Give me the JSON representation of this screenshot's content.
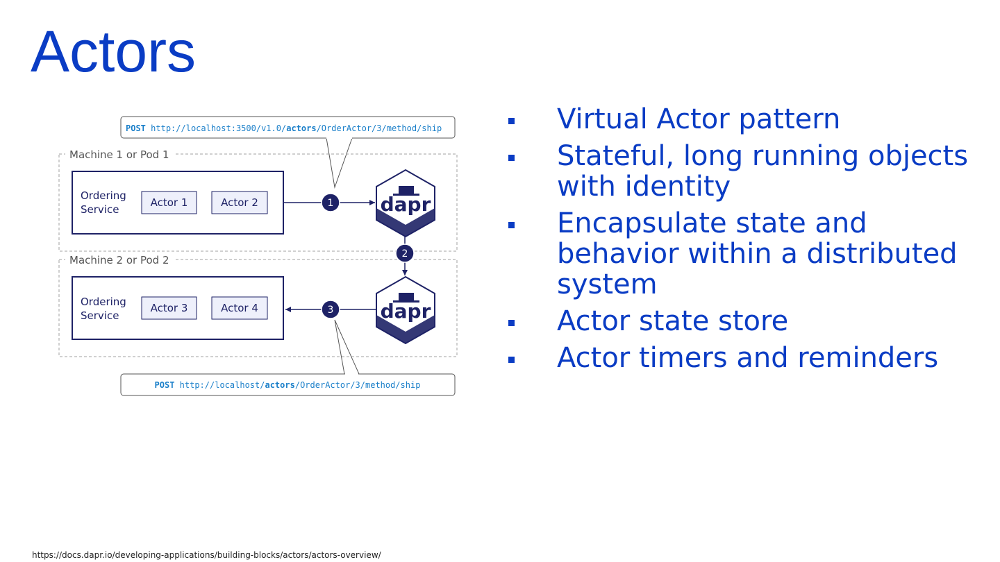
{
  "slide": {
    "title": "Actors",
    "source_url": "https://docs.dapr.io/developing-applications/building-blocks/actors/actors-overview/"
  },
  "diagram": {
    "request_top": {
      "method": "POST",
      "url_prefix": "http://localhost:3500/v1.0/",
      "url_actors": "actors",
      "url_suffix": "/OrderActor/3/method/ship"
    },
    "request_bottom": {
      "method": "POST",
      "url_prefix": "http://localhost/",
      "url_actors": "actors",
      "url_suffix": "/OrderActor/3/method/ship"
    },
    "machine1": {
      "label": "Machine 1 or Pod 1",
      "service_line1": "Ordering",
      "service_line2": "Service",
      "actor_a": "Actor 1",
      "actor_b": "Actor 2"
    },
    "machine2": {
      "label": "Machine 2 or Pod 2",
      "service_line1": "Ordering",
      "service_line2": "Service",
      "actor_a": "Actor 3",
      "actor_b": "Actor 4"
    },
    "steps": [
      "1",
      "2",
      "3"
    ],
    "sidecar_label": "dapr",
    "colors": {
      "navy": "#1e2266",
      "box_fill": "#eef0fb",
      "code_blue": "#1a7fc9",
      "dashed": "#a0a0a0"
    }
  },
  "bullets": [
    {
      "text": "Virtual Actor pattern"
    },
    {
      "text": "Stateful, long running objects with identity"
    },
    {
      "text": "Encapsulate state and behavior within a distributed system"
    },
    {
      "text": "Actor state store"
    },
    {
      "text": "Actor timers and reminders"
    }
  ]
}
